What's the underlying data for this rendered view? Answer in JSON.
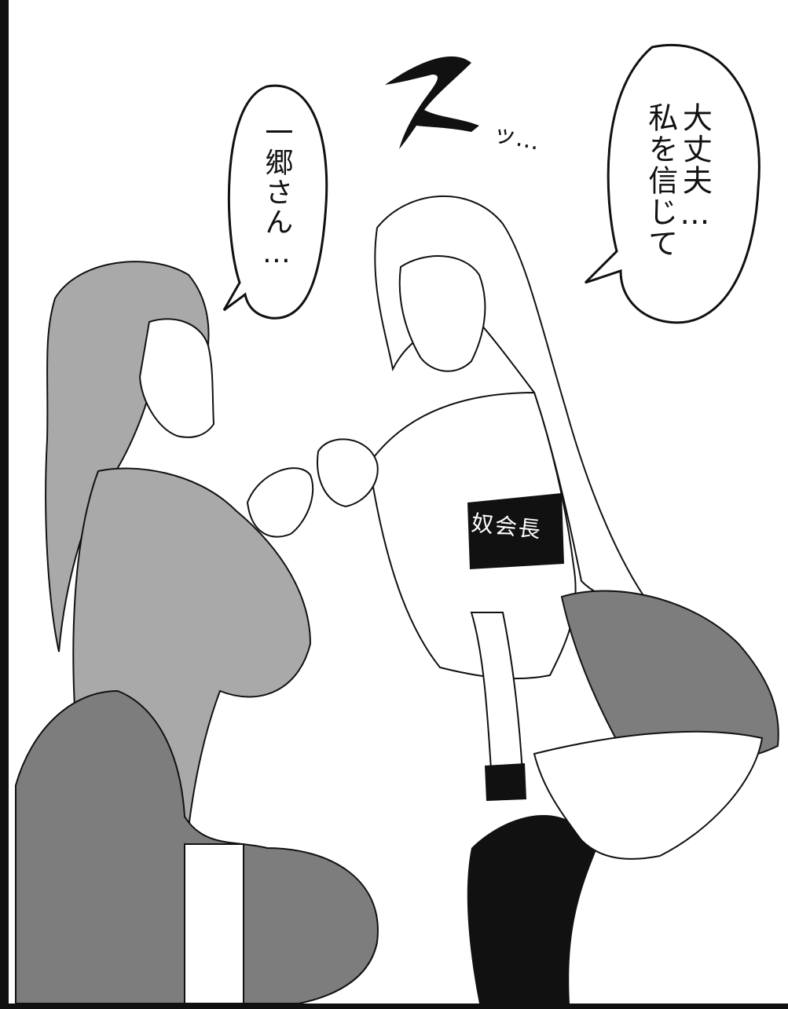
{
  "panel": {
    "speech_right": "大丈夫…\n私を信じて",
    "speech_left": "一郷さん…",
    "sfx_large": "ス",
    "sfx_small": "ッ…",
    "armband": "奴会長"
  },
  "colors": {
    "ink": "#111111",
    "screentone_light": "#a9a9a9",
    "screentone_dark": "#7d7d7d",
    "paper": "#ffffff"
  }
}
